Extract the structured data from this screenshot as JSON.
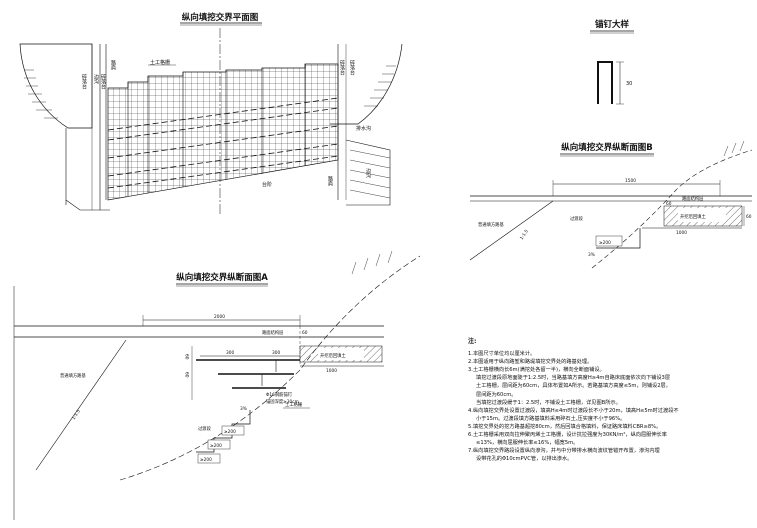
{
  "titles": {
    "plan": "纵向填挖交界平面图",
    "nail": "锚钉大样",
    "section_b": "纵向填挖交界纵断面图B",
    "section_a": "纵向填挖交界纵断面图A"
  },
  "plan": {
    "geogrid": "土工格栅",
    "left_road": "路肩",
    "left_labels": [
      "碎落台",
      "边沟",
      "碎落台"
    ],
    "right_labels": [
      "碎落台",
      "碎落台"
    ],
    "drain": "排水沟",
    "step": "台阶",
    "right_road": "路肩",
    "side_ditch": "边沟"
  },
  "nail": {
    "dim": "30"
  },
  "section_b": {
    "dim_top": "1500",
    "pavement": "路面结构层",
    "dim_small": "60",
    "backfill": "开挖后回填土",
    "dim_side": "60",
    "slope": "1:1.5",
    "fill": "普通填方路基",
    "transition": "过渡段",
    "dim_bottom": "1000",
    "step_w": "≥200",
    "pct": "3%"
  },
  "section_a": {
    "dim_top": "2000",
    "pavement": "路面结构层",
    "dim_small": "60",
    "left_v": "60",
    "left_v2": "60",
    "dims_mid": [
      "300",
      "300"
    ],
    "backfill": "开挖后回填土",
    "dim_1000": "1000",
    "fill": "普通填方路基",
    "slope": "1:1.5",
    "anchor": "Φ16钢筋锚钉",
    "anchor_depth": "锚固深度≥30cm",
    "geogrid": "土工格栅",
    "transition": "过渡段",
    "steps": [
      "≥200",
      "≥200",
      "≥200"
    ],
    "pct": "3%"
  },
  "notes": {
    "heading": "注:",
    "items": [
      "1.本图尺寸单位均以厘米计。",
      "2.本图适用于纵向路堑和路堤填挖交界处的路基处理。",
      "3.土工格栅横向长6m(满挖处各留一半)，横向全断面铺设。",
      "填挖过渡段原地面陡于1:2.5时，当路基填方高度H≥4m自路床底面依次向下铺设3层",
      "土工格栅，层间距为60cm，具体布置如A所示。若路基填方高度≤5m，则铺设2层，",
      "层间距为60cm。",
      "当填挖过渡段缓于1：2.5时，不铺设土工格栅，详见图B所示。",
      "4.纵向填挖交界处设置过渡段，填高H≤4m时过渡段长不小于20m，填高H≤5m时过渡段不",
      "小于15m。过渡段填方路基填料采用碎石土,压实度不小于96%。",
      "5.填挖交界处的挖方路基超挖80cm，然后回填合格填料，保证路床填料CBR≥8%。",
      "6.土工格栅采用双向拉伸聚丙烯土工格栅，设计抗拉强度为30KN/m²，纵向屈服伸长率",
      "≤13%，横向屈服伸长率≤16%，幅宽5m。",
      "7.纵向填挖交界路段设置纵向渗沟，并与中分带排水横向波纹管错开布置，渗沟内埋",
      "设带花孔的Φ10cmPVC管，以排出渗水。"
    ]
  }
}
